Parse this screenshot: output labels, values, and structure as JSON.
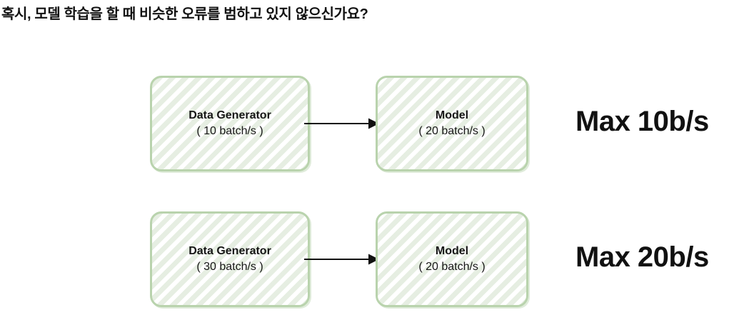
{
  "slide": {
    "title": "혹시, 모델 학습을 할 때 비슷한 오류를 범하고 있지 않으신가요?",
    "background_color": "#ffffff"
  },
  "style": {
    "box_border_color": "#b9d3ad",
    "box_hatch_color": "#e6eee2",
    "box_fill_color": "#ffffff",
    "arrow_color": "#111111",
    "text_color": "#111111"
  },
  "rows": [
    {
      "id": "row-1",
      "source": {
        "title": "Data Generator",
        "rate": "( 10 batch/s )"
      },
      "target": {
        "title": "Model",
        "rate": "( 20 batch/s )"
      },
      "arrow": "arrow-right",
      "result": "Max 10b/s"
    },
    {
      "id": "row-2",
      "source": {
        "title": "Data Generator",
        "rate": "( 30 batch/s )"
      },
      "target": {
        "title": "Model",
        "rate": "( 20 batch/s )"
      },
      "arrow": "arrow-right",
      "result": "Max 20b/s"
    }
  ]
}
